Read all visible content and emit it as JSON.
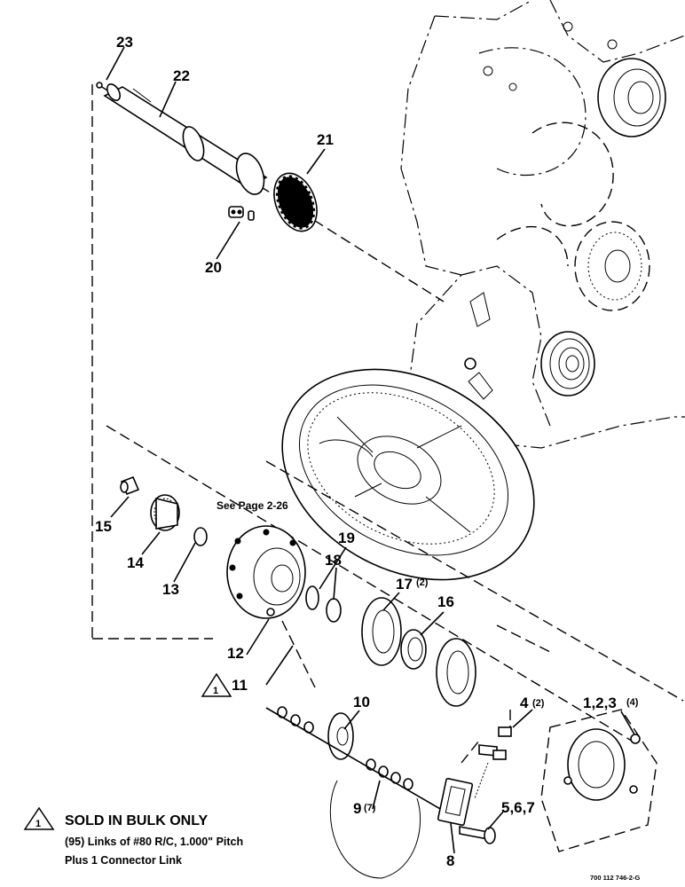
{
  "figure": {
    "see_page_ref": "See Page 2-26",
    "part_number": "700 112 746-2-G"
  },
  "callouts": [
    {
      "key": "c23",
      "label": "23",
      "qty": ""
    },
    {
      "key": "c22",
      "label": "22",
      "qty": ""
    },
    {
      "key": "c21",
      "label": "21",
      "qty": ""
    },
    {
      "key": "c20",
      "label": "20",
      "qty": ""
    },
    {
      "key": "c15",
      "label": "15",
      "qty": ""
    },
    {
      "key": "c14",
      "label": "14",
      "qty": ""
    },
    {
      "key": "c13",
      "label": "13",
      "qty": ""
    },
    {
      "key": "c19",
      "label": "19",
      "qty": ""
    },
    {
      "key": "c18",
      "label": "18",
      "qty": ""
    },
    {
      "key": "c17",
      "label": "17",
      "qty": "(2)"
    },
    {
      "key": "c16",
      "label": "16",
      "qty": ""
    },
    {
      "key": "c12",
      "label": "12",
      "qty": ""
    },
    {
      "key": "c11",
      "label": "11",
      "qty": ""
    },
    {
      "key": "c10",
      "label": "10",
      "qty": ""
    },
    {
      "key": "c4",
      "label": "4",
      "qty": "(2)"
    },
    {
      "key": "c123",
      "label": "1,2,3",
      "qty": "(4)"
    },
    {
      "key": "c9",
      "label": "9",
      "qty": "(7)"
    },
    {
      "key": "c567",
      "label": "5,6,7",
      "qty": ""
    },
    {
      "key": "c8",
      "label": "8",
      "qty": ""
    }
  ],
  "note": {
    "symbol_number": "1",
    "title": "SOLD IN BULK ONLY",
    "line1": "(95) Links of #80 R/C, 1.000\" Pitch",
    "line2": "Plus 1 Connector Link"
  },
  "callout_symbol_11": "1"
}
